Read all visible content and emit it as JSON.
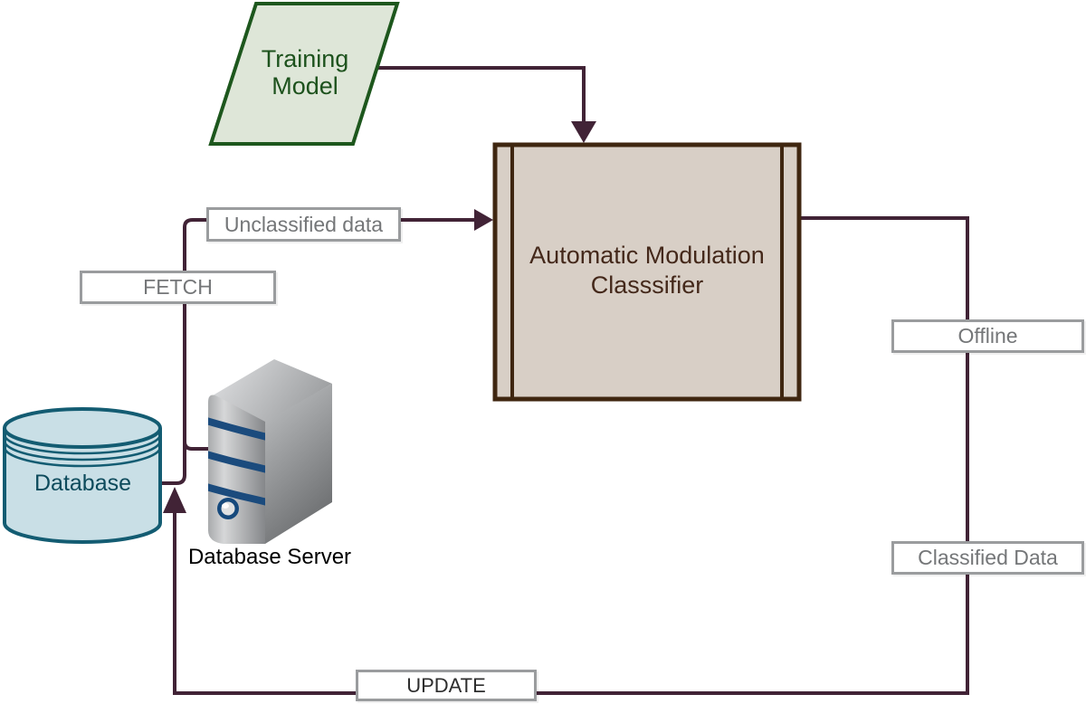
{
  "nodes": {
    "training_model": {
      "label": "Training\nModel"
    },
    "classifier": {
      "label": "Automatic Modulation\nClasssifier"
    },
    "database": {
      "label": "Database"
    },
    "database_server": {
      "label": "Database Server"
    }
  },
  "edge_labels": {
    "unclassified_data": "Unclassified data",
    "fetch": "FETCH",
    "offline": "Offline",
    "classified_data": "Classified Data",
    "update": "UPDATE"
  },
  "colors": {
    "connector": "#412336",
    "training_fill": "#dee6d8",
    "training_border": "#1d571d",
    "training_text": "#1d521d",
    "classifier_fill": "#d8cfc6",
    "classifier_border": "#3f2610",
    "classifier_text": "#44281a",
    "database_fill": "#c9dfe6",
    "database_border": "#135c72",
    "database_text": "#0d4b5c",
    "edge_label_border": "#9a9c9e",
    "edge_label_text": "#747678",
    "update_label_text": "#2d2d2d",
    "server_stripe": "#1b4b7d"
  }
}
